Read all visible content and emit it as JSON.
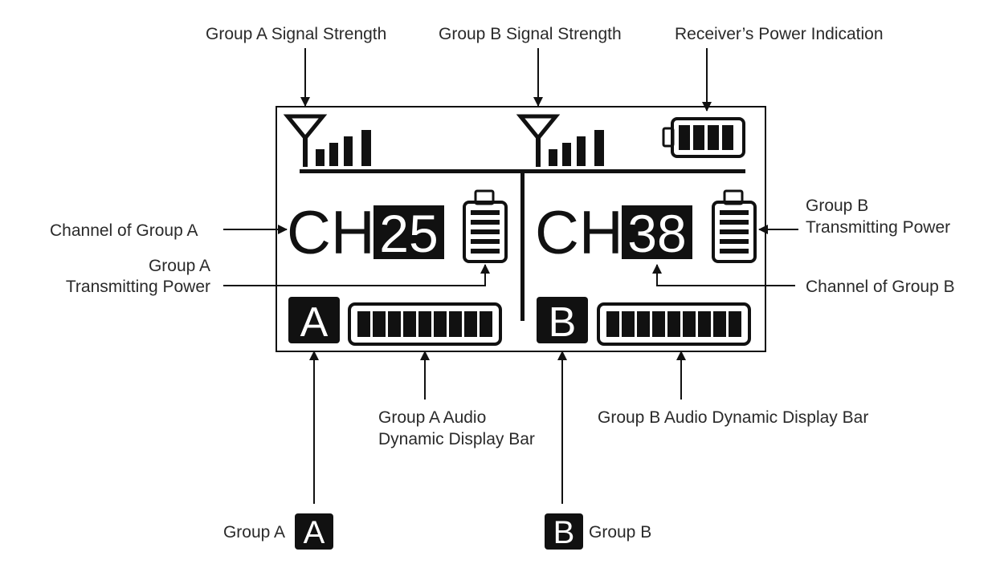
{
  "colors": {
    "ink": "#111111",
    "label": "#2a2a2a",
    "background": "#ffffff"
  },
  "labels": {
    "group_a_signal": "Group A Signal Strength",
    "group_b_signal": "Group B Signal Strength",
    "receiver_power": "Receiver’s Power Indication",
    "channel_group_a": "Channel of Group A",
    "group_a_tx_line1": "Group A",
    "group_a_tx_line2": "Transmitting Power",
    "group_b_tx_line1": "Group B",
    "group_b_tx_line2": "Transmitting Power",
    "channel_group_b": "Channel of Group B",
    "group_a_audio_line1": "Group A Audio",
    "group_a_audio_line2": "Dynamic Display Bar",
    "group_b_audio": "Group B Audio Dynamic Display Bar",
    "group_a_legend": "Group A",
    "group_b_legend": "Group B"
  },
  "display": {
    "ch_label": "CH",
    "group_a": {
      "letter": "A",
      "channel": "25",
      "signal_bars": 4,
      "tx_power_bars": 5,
      "audio_segments": 9
    },
    "group_b": {
      "letter": "B",
      "channel": "38",
      "signal_bars": 4,
      "tx_power_bars": 5,
      "audio_segments": 9
    },
    "receiver_battery_bars": 4
  },
  "icons": [
    "antenna-icon",
    "battery-icon",
    "signal-bars-icon"
  ]
}
